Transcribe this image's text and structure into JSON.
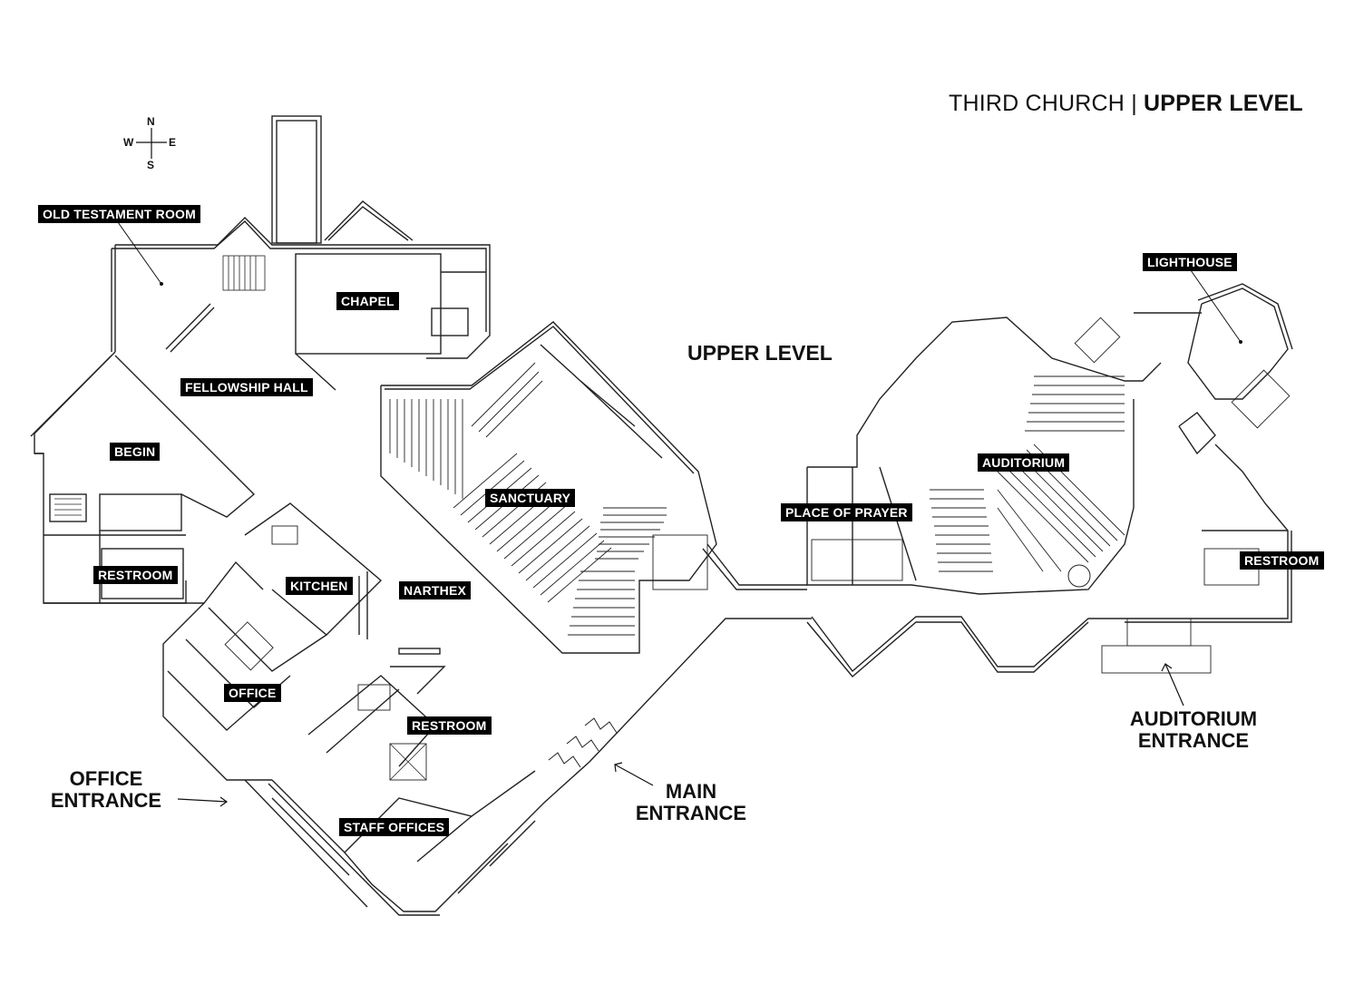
{
  "title": {
    "prefix": "THIRD CHURCH |",
    "level": "UPPER LEVEL"
  },
  "level_heading": "UPPER LEVEL",
  "compass": {
    "n": "N",
    "s": "S",
    "e": "E",
    "w": "W"
  },
  "rooms": {
    "old_testament_room": "OLD TESTAMENT ROOM",
    "chapel": "CHAPEL",
    "fellowship_hall": "FELLOWSHIP HALL",
    "begin": "BEGIN",
    "restroom_west": "RESTROOM",
    "kitchen": "KITCHEN",
    "narthex": "NARTHEX",
    "sanctuary": "SANCTUARY",
    "office": "OFFICE",
    "restroom_center": "RESTROOM",
    "staff_offices": "STAFF OFFICES",
    "lighthouse": "LIGHTHOUSE",
    "auditorium": "AUDITORIUM",
    "place_of_prayer": "PLACE OF PRAYER",
    "restroom_east": "RESTROOM"
  },
  "entrances": {
    "office": [
      "OFFICE",
      "ENTRANCE"
    ],
    "main": [
      "MAIN",
      "ENTRANCE"
    ],
    "auditorium": [
      "AUDITORIUM",
      "ENTRANCE"
    ]
  },
  "colors": {
    "line": "#222222",
    "label_bg": "#000000",
    "label_text": "#ffffff",
    "background": "#ffffff"
  }
}
